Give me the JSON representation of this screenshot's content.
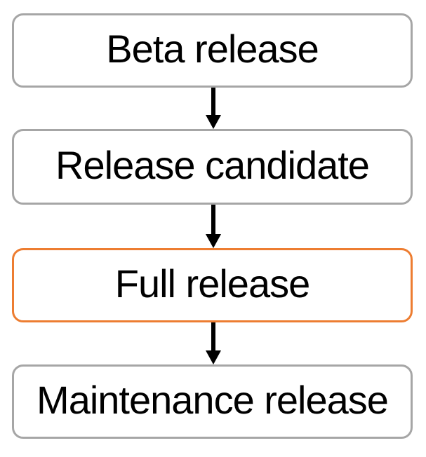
{
  "diagram": {
    "title_hint": "release-lifecycle-flowchart",
    "nodes": [
      {
        "label": "Beta release",
        "highlighted": false
      },
      {
        "label": "Release candidate",
        "highlighted": false
      },
      {
        "label": "Full release",
        "highlighted": true
      },
      {
        "label": "Maintenance release",
        "highlighted": false
      }
    ],
    "connectors": [
      {
        "from": 0,
        "to": 1,
        "direction": "down"
      },
      {
        "from": 1,
        "to": 2,
        "direction": "down"
      },
      {
        "from": 2,
        "to": 3,
        "direction": "down"
      }
    ],
    "colors": {
      "default_border": "#A6A6A6",
      "highlight_border": "#ED7D31",
      "arrow": "#000000",
      "text": "#000000",
      "background": "#FFFFFF"
    }
  }
}
